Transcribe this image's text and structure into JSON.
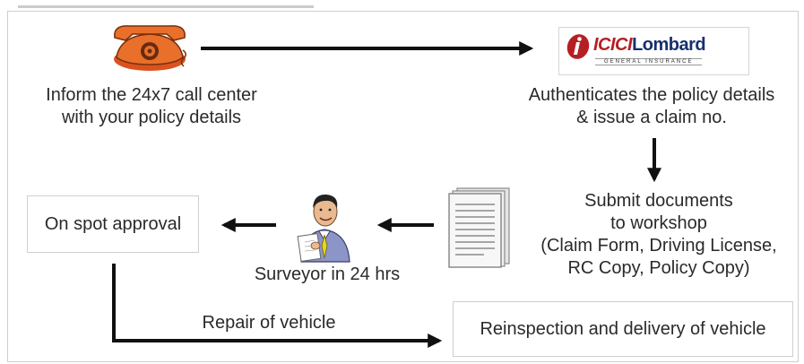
{
  "steps": {
    "call_center": "Inform the 24x7 call center\nwith your policy details",
    "authenticate": "Authenticates the policy details\n&  issue a claim no.",
    "submit_docs": "Submit documents\nto workshop\n(Claim Form, Driving License,\nRC Copy, Policy Copy)",
    "surveyor": "Surveyor in 24 hrs",
    "approval": "On spot approval",
    "repair": "Repair of vehicle",
    "reinspection": "Reinspection and delivery of vehicle"
  },
  "logo": {
    "brand": "ICICI",
    "brand_suffix": "Lombard",
    "tagline": "GENERAL INSURANCE"
  },
  "colors": {
    "phone": "#e8702a",
    "arrow": "#111111",
    "brand_red": "#b51f24",
    "brand_blue": "#16306e",
    "tie": "#e5d623",
    "shirt": "#8c95c8"
  },
  "icons": {
    "phone": "telephone-icon",
    "documents": "documents-stack-icon",
    "surveyor": "surveyor-person-icon",
    "logo": "icici-lombard-logo"
  }
}
